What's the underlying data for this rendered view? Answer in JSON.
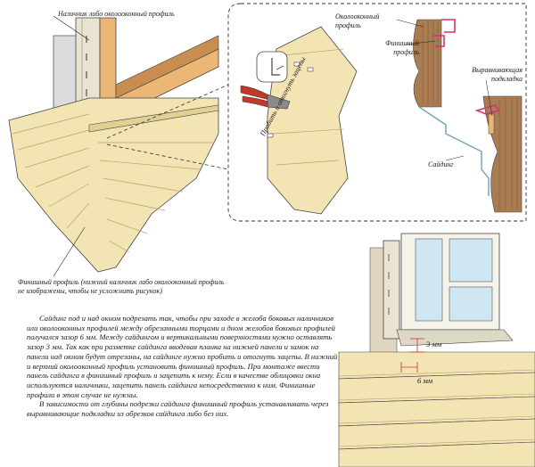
{
  "labels": {
    "nalichnik": "Наличник либо околооконный профиль",
    "okolo_profile": "Околооконный профиль",
    "finish_profile_right": "Финишный профиль",
    "podkladka": "Выравнивающая подкладка",
    "siding": "Сайдинг",
    "panel_text": "Пробить и отогнуть зацепы",
    "finish_profile_note": "Финишный профиль (нижний наличник либо околооконный профиль не изображены, чтобы не усложнить рисунок)",
    "dim_3mm": "3 мм",
    "dim_6mm": "6 мм"
  },
  "paragraphs": [
    "Сайдинг под и над окном подрезать так, чтобы при заходе в желоба боковых наличников или околооконных профилей между обрезанными торцами и дном желобов боковых профилей получался зазор 6 мм. Между сайдингом и вертикальными поверхностями нужно оставлять зазор 3 мм. Так как при разметке сайдинга вводевая планка на нижней панели и замок на панели над окном будут отрезаны, на сайдинге нужно пробить и отогнуть зацепы. В нижний и верхний околооконный профиль установить финишный профиль. При монтаже ввести панель сайдинга в финишный профиль и зацепить к нему. Если в качестве облицовки окна используются наличники, зацепить панель сайдинга непосредственно к ним. Финишные профили в этом случае не нужны.",
    "В зависимости от глубины подрезки сайдинга финишный профиль устанавливать через выравнивающие подкладки из обрезков сайдинга либо без них."
  ],
  "colors": {
    "siding": "#f3e4b4",
    "siding_dark": "#e2cf92",
    "frame": "#eab775",
    "glass": "#cfe6f3",
    "wall": "#a97c52",
    "profile": "#d4317c",
    "dash": "#333333"
  },
  "icons": [
    "punch-pliers-icon"
  ]
}
